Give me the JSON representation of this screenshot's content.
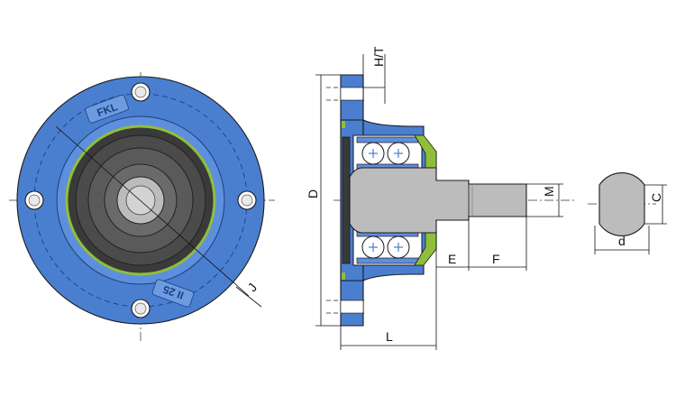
{
  "front_view": {
    "logo_text": "FKL",
    "model_text": "II 25",
    "dim_label": "J"
  },
  "section_view": {
    "dim_labels": {
      "ht": "H/T",
      "d_outer": "D",
      "m": "M",
      "e": "E",
      "f": "F",
      "l": "L"
    }
  },
  "shaft_end_view": {
    "dim_labels": {
      "c": "C",
      "d": "d"
    }
  },
  "colors": {
    "housing_blue": "#4a7fd0",
    "housing_blue_light": "#6d9be0",
    "seal_green": "#8fbf3a",
    "shaft_grey": "#bcbcbc",
    "seal_dark": "#3a3a3a"
  }
}
